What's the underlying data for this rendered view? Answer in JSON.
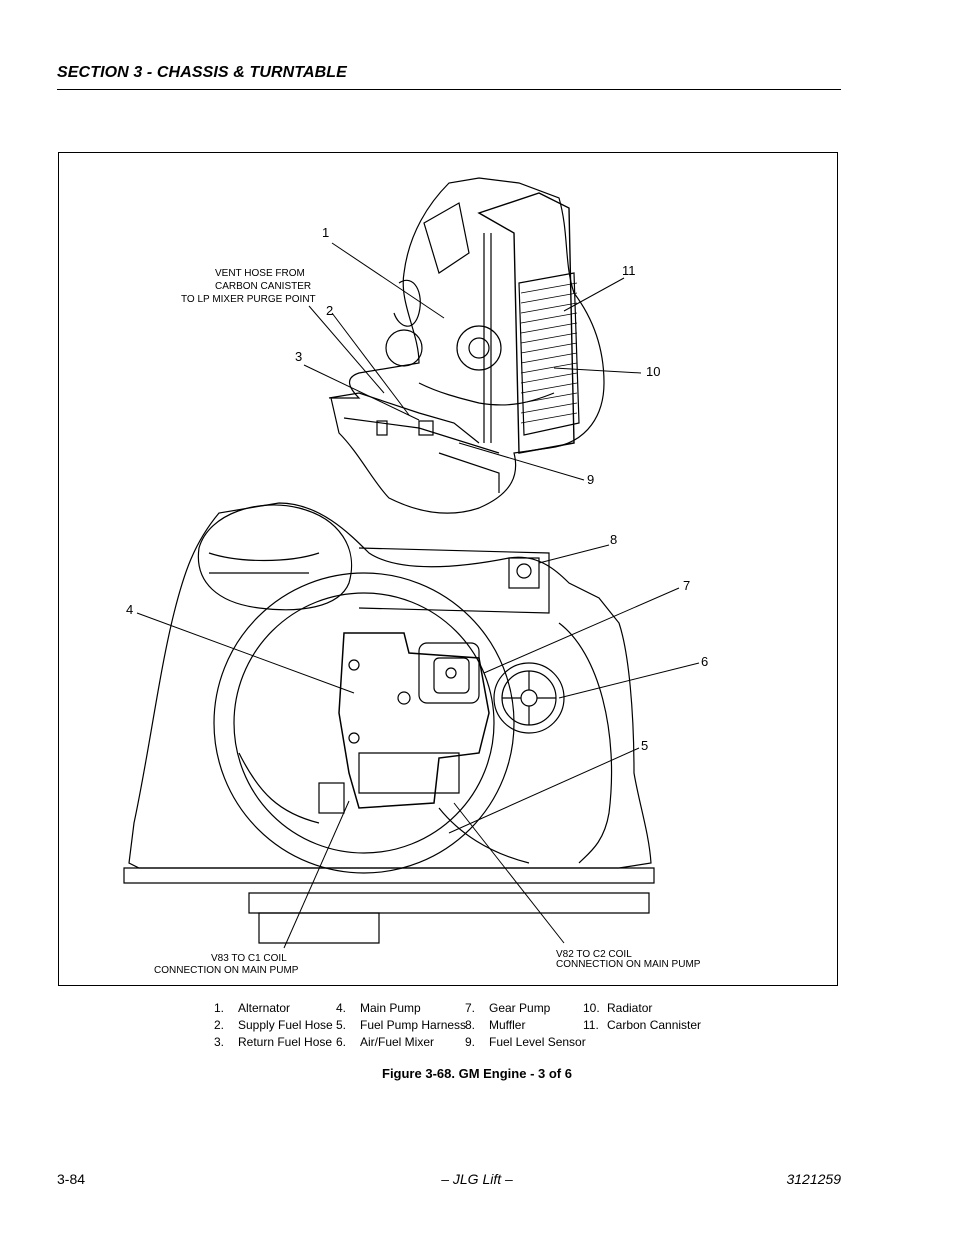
{
  "header": {
    "section_title": "SECTION 3 - CHASSIS & TURNTABLE"
  },
  "figure": {
    "callouts": [
      "1",
      "2",
      "3",
      "4",
      "5",
      "6",
      "7",
      "8",
      "9",
      "10",
      "11"
    ],
    "notes": {
      "vent_hose": [
        "VENT HOSE FROM",
        "CARBON CANISTER",
        "TO LP MIXER PURGE POINT"
      ],
      "v83": [
        "V83 TO C1 COIL",
        "CONNECTION ON MAIN PUMP"
      ],
      "v82": [
        "V82 TO C2 COIL",
        "CONNECTION ON MAIN PUMP"
      ]
    }
  },
  "legend": [
    {
      "num": "1.",
      "label": "Alternator"
    },
    {
      "num": "2.",
      "label": "Supply Fuel Hose"
    },
    {
      "num": "3.",
      "label": "Return Fuel Hose"
    },
    {
      "num": "4.",
      "label": "Main Pump"
    },
    {
      "num": "5.",
      "label": "Fuel Pump Harness"
    },
    {
      "num": "6.",
      "label": "Air/Fuel Mixer"
    },
    {
      "num": "7.",
      "label": "Gear Pump"
    },
    {
      "num": "8.",
      "label": "Muffler"
    },
    {
      "num": "9.",
      "label": "Fuel Level Sensor"
    },
    {
      "num": "10.",
      "label": "Radiator"
    },
    {
      "num": "11.",
      "label": "Carbon Cannister"
    }
  ],
  "caption": "Figure 3-68.  GM Engine - 3 of 6",
  "footer": {
    "page": "3-84",
    "center": "– JLG Lift –",
    "doc_number": "3121259"
  }
}
